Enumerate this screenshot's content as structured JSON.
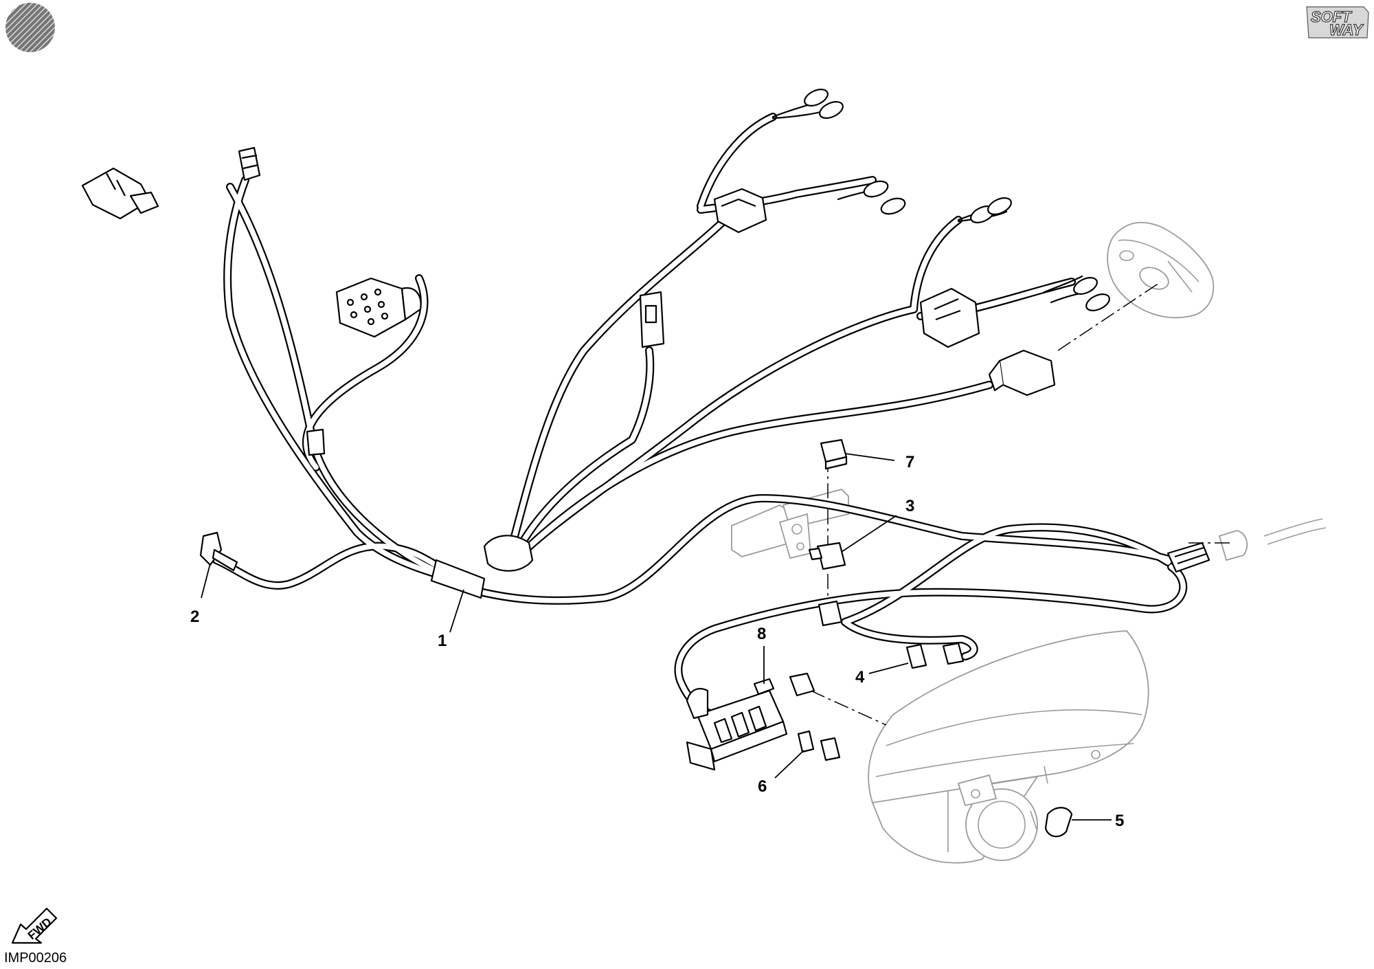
{
  "drawing_code": "IMP00206",
  "brand_logo": {
    "line1": "SOFT",
    "line2": "WAY"
  },
  "direction_arrow": "FWD",
  "callouts": [
    {
      "id": "1",
      "label": "1"
    },
    {
      "id": "2",
      "label": "2"
    },
    {
      "id": "3",
      "label": "3"
    },
    {
      "id": "4",
      "label": "4"
    },
    {
      "id": "5",
      "label": "5"
    },
    {
      "id": "6",
      "label": "6"
    },
    {
      "id": "7",
      "label": "7"
    },
    {
      "id": "8",
      "label": "8"
    }
  ]
}
